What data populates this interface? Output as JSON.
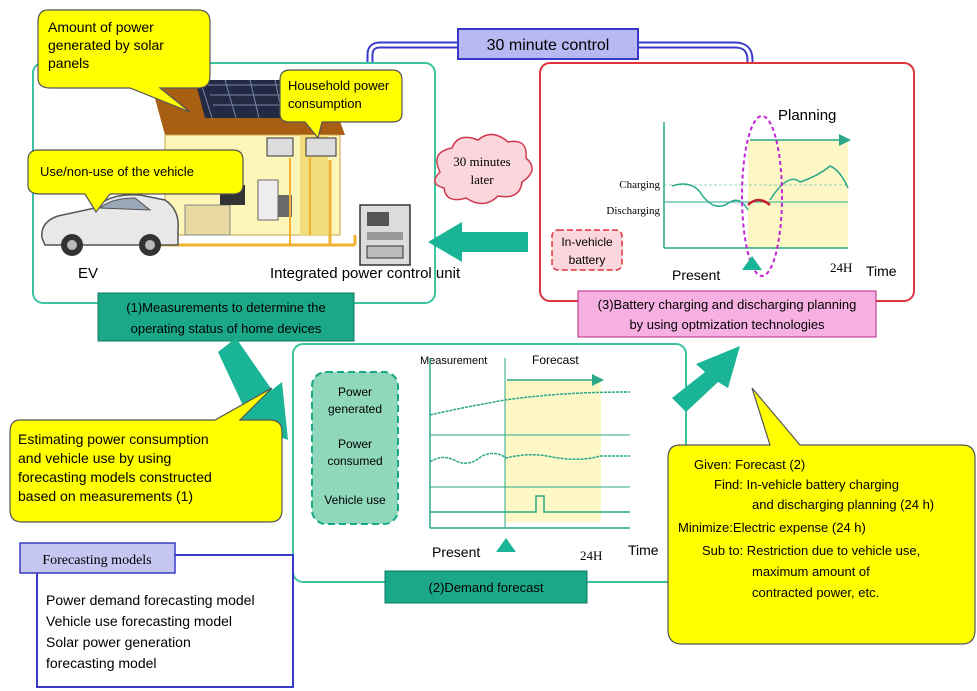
{
  "colors": {
    "panel_border_teal": "#3cc3a0",
    "panel_border_red": "#e0343c",
    "label_green": "#1aa888",
    "label_pink": "#f7b0e2",
    "callout_yellow": "#ffff00",
    "arrow_blue": "#3a3ac8",
    "arrow_teal": "#1ab496",
    "forecast_fill": "#fdf7c6",
    "planning_oval": "#c026d3"
  },
  "top_control": {
    "label": "30 minute control"
  },
  "home": {
    "callout_solar": [
      "Amount of power",
      "generated by solar",
      "panels"
    ],
    "callout_household": [
      "Household power",
      "consumption"
    ],
    "callout_vehicle": "Use/non-use of the vehicle",
    "ev_label": "EV",
    "control_unit_label": "Integrated power control unit",
    "caption": [
      "(1)Measurements to determine the",
      "operating status of home devices"
    ]
  },
  "cloud": [
    "30 minutes",
    "later"
  ],
  "planning": {
    "title": "Planning",
    "charging_label": "Charging",
    "discharging_label": "Discharging",
    "battery_label": [
      "In-vehicle",
      "battery"
    ],
    "present_label": "Present",
    "h24_label": "24H",
    "time_label": "Time",
    "caption": [
      "(3)Battery charging and discharging planning",
      "by using optmization technologies"
    ]
  },
  "forecast": {
    "measurement_label": "Measurement",
    "forecast_label": "Forecast",
    "items": [
      [
        "Power",
        "generated"
      ],
      [
        "Power",
        "consumed"
      ],
      [
        "Vehicle use"
      ]
    ],
    "present_label": "Present",
    "h24_label": "24H",
    "time_label": "Time",
    "caption": "(2)Demand forecast"
  },
  "estimate_callout": [
    "Estimating power consumption",
    "and vehicle use by using",
    "forecasting models constructed",
    "based on measurements (1)"
  ],
  "models": {
    "title": "Forecasting models",
    "lines": [
      "Power demand forecasting model",
      "Vehicle use forecasting model",
      "Solar power generation",
      "forecasting model"
    ]
  },
  "optimization": {
    "lines": [
      "Given: Forecast (2)",
      "Find: In-vehicle battery charging",
      "and discharging planning (24 h)",
      "Minimize:Electric expense (24 h)",
      "Sub to: Restriction due to vehicle use,",
      "maximum amount of",
      "contracted power, etc."
    ]
  }
}
